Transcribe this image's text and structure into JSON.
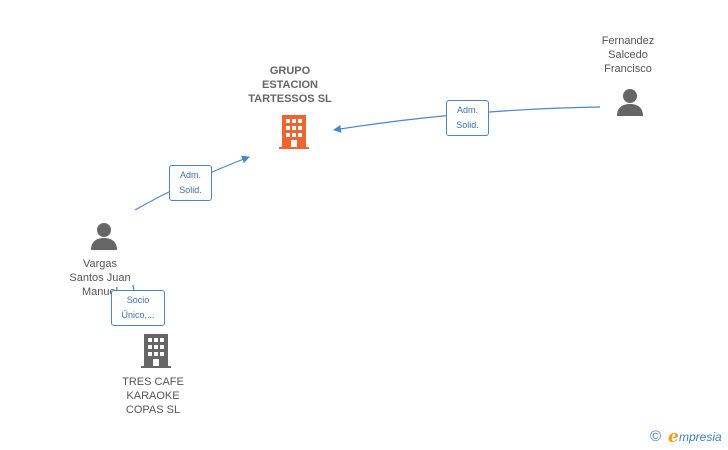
{
  "nodes": {
    "grupo": {
      "label": "GRUPO\nESTACION\nTARTESSOS SL",
      "icon": "building-icon",
      "color": "#f0652f"
    },
    "fernandez": {
      "label": "Fernandez\nSalcedo\nFrancisco",
      "icon": "person-icon",
      "color": "#666666"
    },
    "vargas": {
      "label": "Vargas\nSantos Juan\nManuel",
      "icon": "person-icon",
      "color": "#666666"
    },
    "tres_cafe": {
      "label": "TRES CAFE\nKARAOKE\nCOPAS  SL",
      "icon": "building-icon",
      "color": "#666666"
    }
  },
  "edges": {
    "fernandez_grupo": {
      "line1": "Adm.",
      "line2": "Solid."
    },
    "vargas_grupo": {
      "line1": "Adm.",
      "line2": "Solid."
    },
    "vargas_tres": {
      "line1": "Socio",
      "line2": "Único,..."
    }
  },
  "colors": {
    "edge": "#4a86c8"
  },
  "branding": {
    "copyright": "©",
    "e": "e",
    "rest": "mpresia"
  }
}
